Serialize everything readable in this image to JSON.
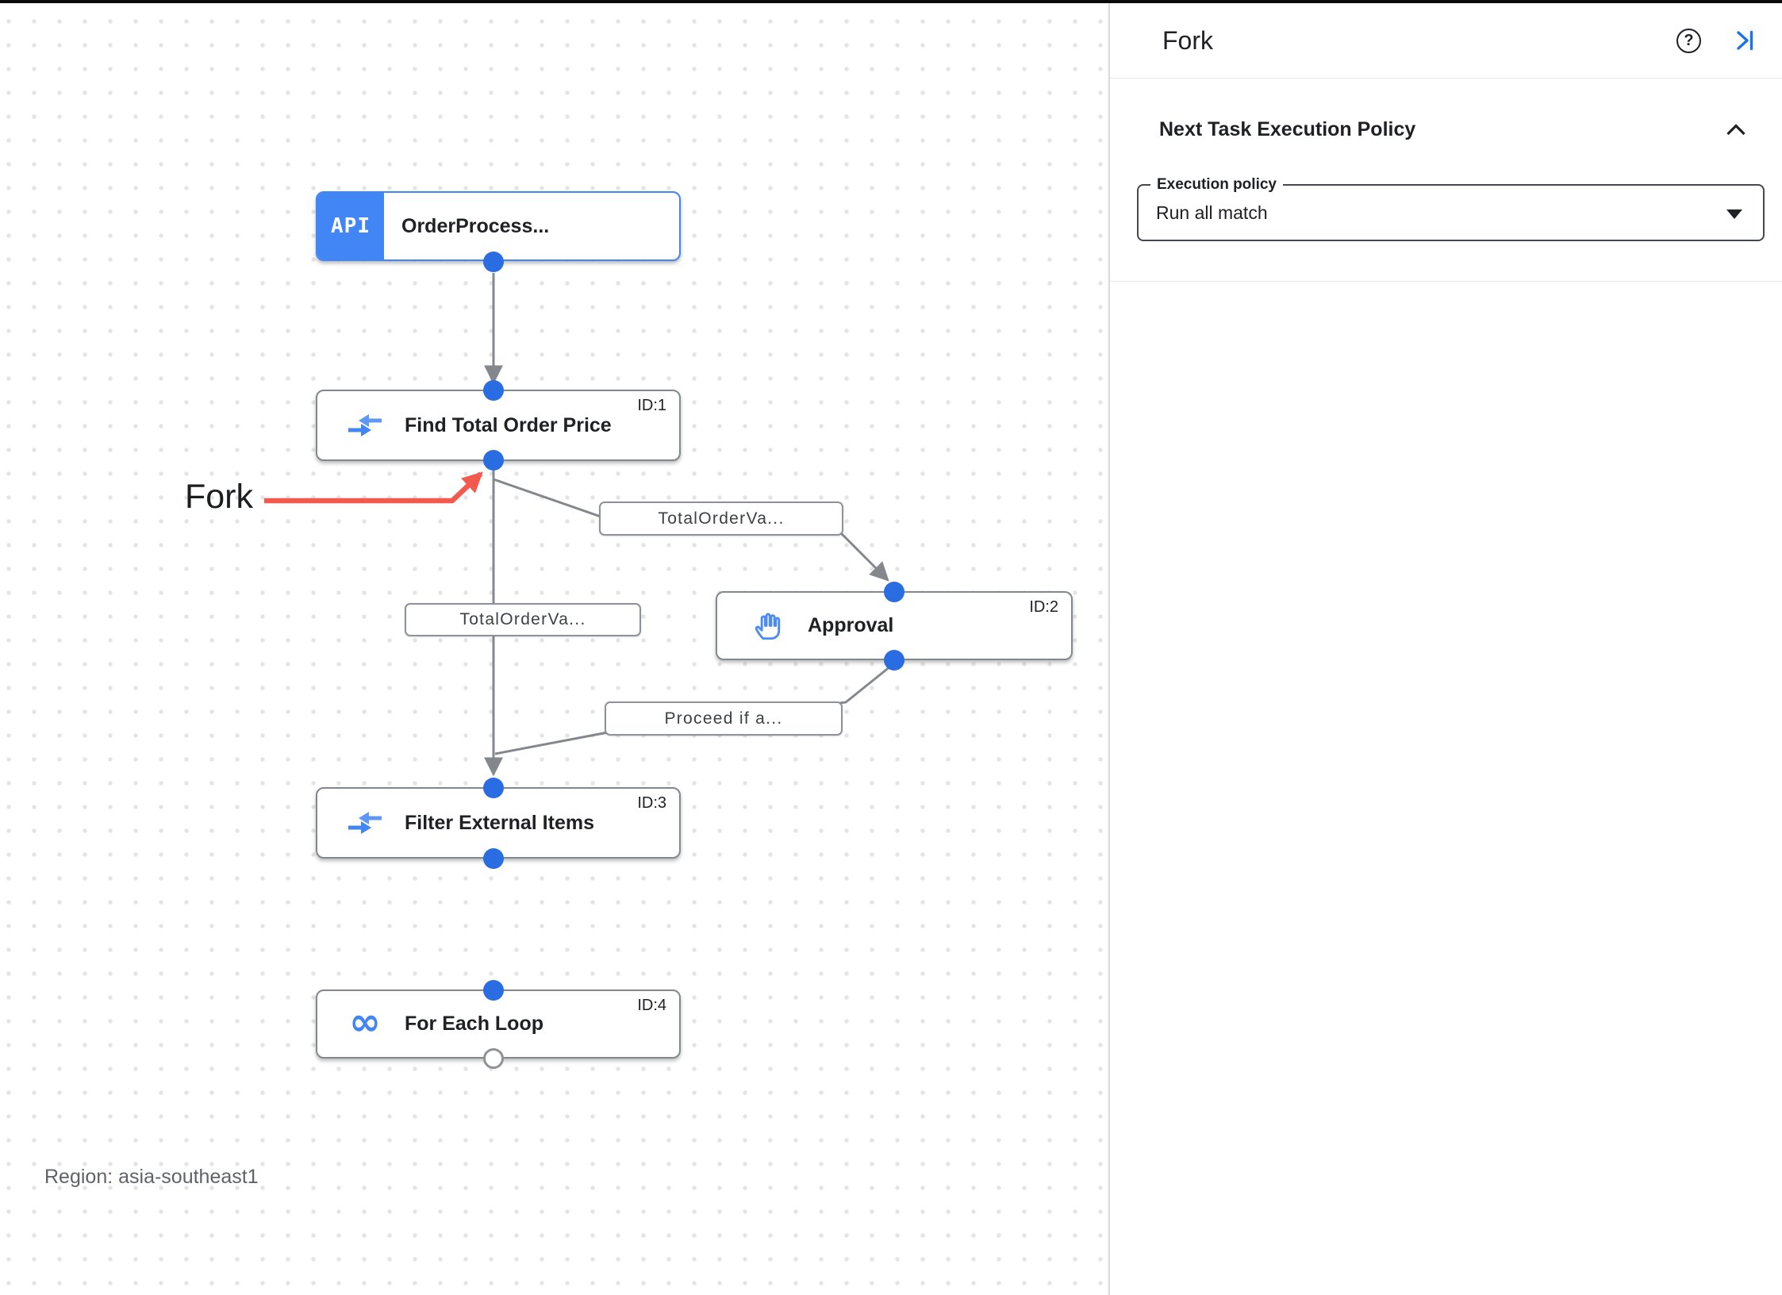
{
  "canvas": {
    "annotation": "Fork",
    "region": "Region: asia-southeast1",
    "nodes": {
      "trigger": {
        "icon_text": "API",
        "label": "OrderProcess..."
      },
      "find_total": {
        "id": "ID:1",
        "label": "Find Total Order Price",
        "icon": "data-mapping-icon"
      },
      "approval": {
        "id": "ID:2",
        "label": "Approval",
        "icon": "hand-icon"
      },
      "filter": {
        "id": "ID:3",
        "label": "Filter External Items",
        "icon": "data-mapping-icon"
      },
      "foreach": {
        "id": "ID:4",
        "label": "For Each Loop",
        "icon": "loop-icon",
        "icon_glyph": "∞"
      }
    },
    "edges": {
      "to_approval": "TotalOrderVa...",
      "to_filter": "TotalOrderVa...",
      "from_approval": "Proceed if a..."
    }
  },
  "panel": {
    "title": "Fork",
    "help_glyph": "?",
    "section_title": "Next Task Execution Policy",
    "field": {
      "label": "Execution policy",
      "value": "Run all match"
    }
  },
  "colors": {
    "accent_blue": "#1a73e8",
    "node_blue": "#4285f4",
    "connector_gray": "#84888c",
    "dot_blue": "#2a6ce2",
    "annotation_red": "#f4594d"
  }
}
